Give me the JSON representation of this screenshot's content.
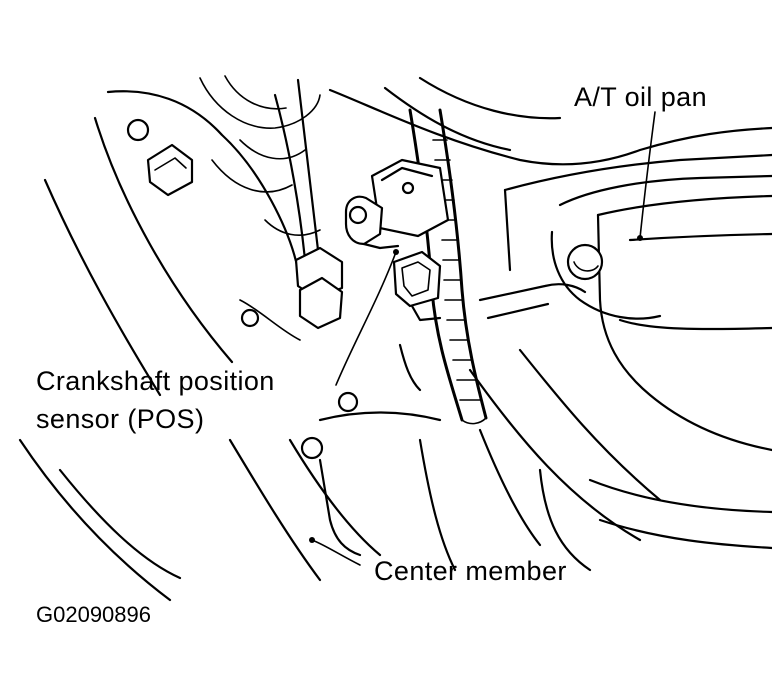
{
  "labels": {
    "at_oil_pan": "A/T oil pan",
    "crankshaft_line1": "Crankshaft position",
    "crankshaft_line2": "sensor (POS)",
    "center_member": "Center member"
  },
  "figure_code": "G02090896"
}
